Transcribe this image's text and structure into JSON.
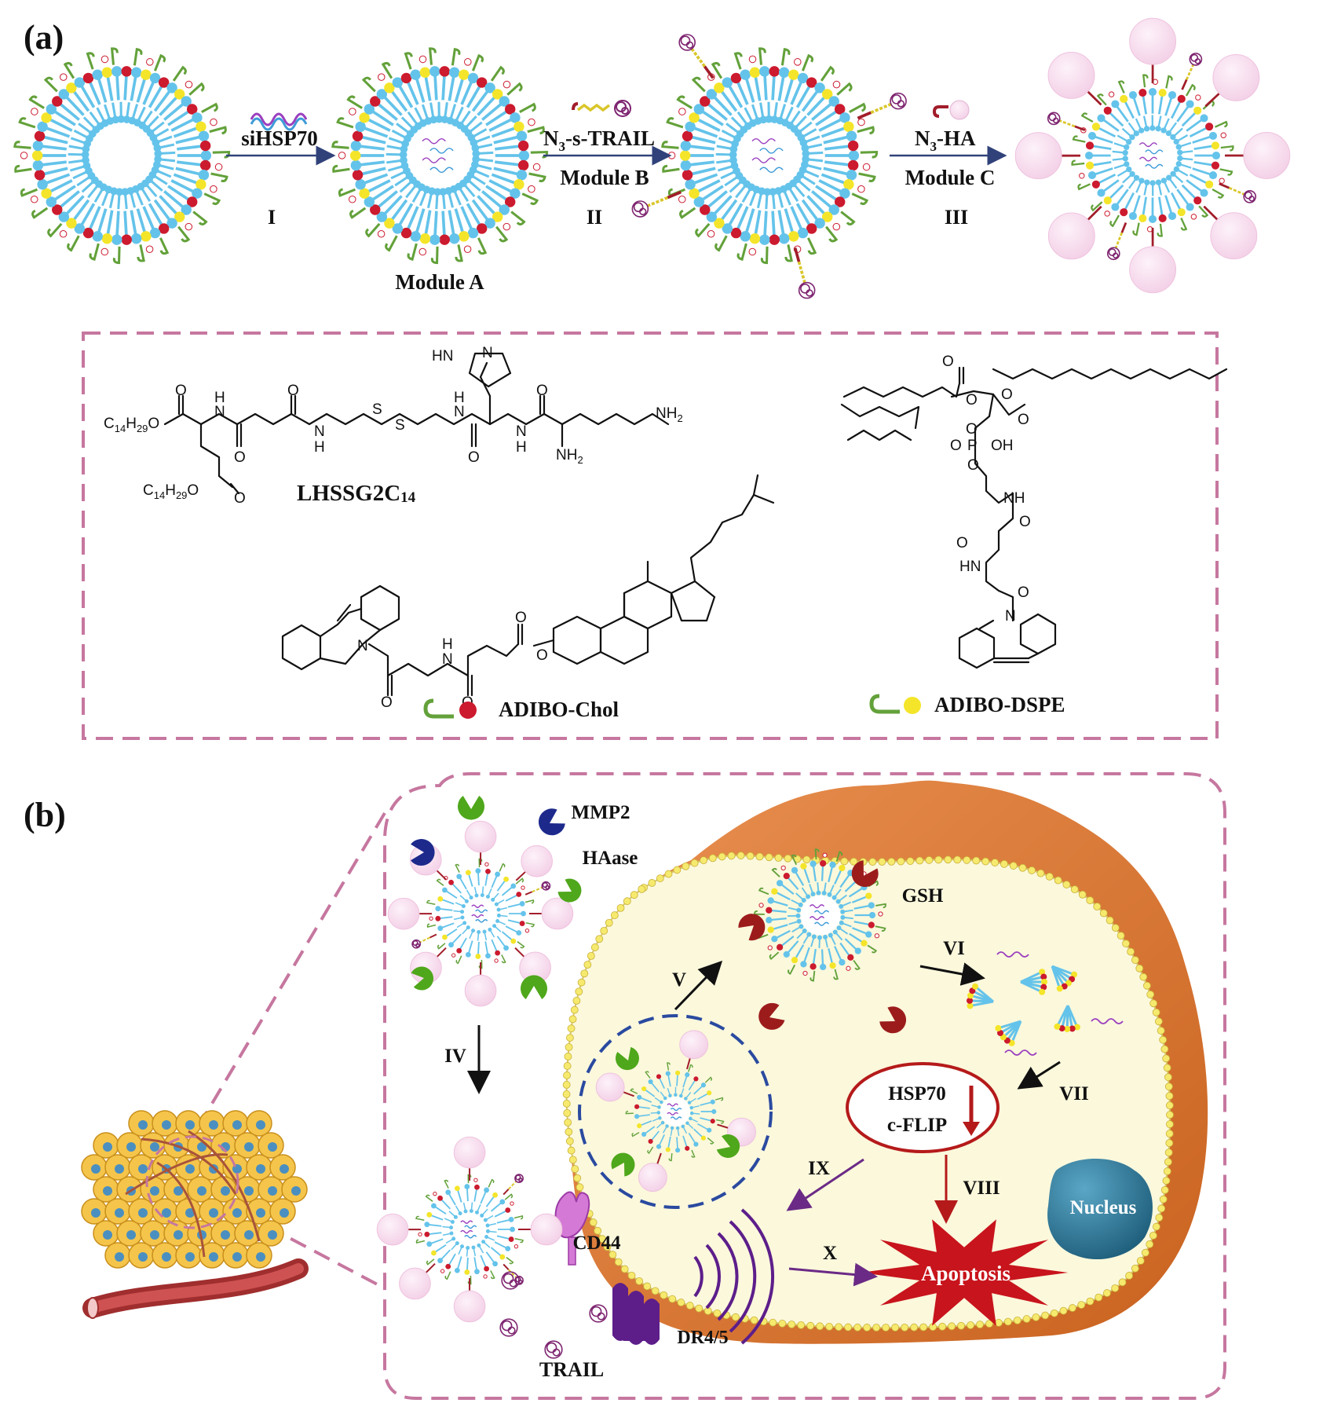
{
  "panel_labels": {
    "a": "(a)",
    "b": "(b)"
  },
  "panel_a": {
    "steps": [
      {
        "reagent": "siHSP70",
        "step": "I",
        "module": ""
      },
      {
        "reagent": "N3-s-TRAIL",
        "reagent_main": "N",
        "reagent_sub": "3",
        "reagent_rest": "-s-TRAIL",
        "step": "II",
        "module": "Module B"
      },
      {
        "reagent": "N3-HA",
        "reagent_main": "N",
        "reagent_sub": "3",
        "reagent_rest": "-HA",
        "step": "III",
        "module": "Module C"
      }
    ],
    "module_a_label": "Module A",
    "structures": {
      "lhssg": "LHSSG2C14",
      "lhssg_main": "LHSSG2C",
      "lhssg_sub": "14",
      "adibo_chol": "ADIBO-Chol",
      "adibo_dspe": "ADIBO-DSPE"
    },
    "atoms": {
      "c14": "C14H29O",
      "o": "O",
      "n": "N",
      "h": "H",
      "s": "S",
      "hn": "HN",
      "nh": "NH",
      "nh2": "NH2",
      "h2n": "NH2",
      "oh": "OH",
      "p": "P"
    }
  },
  "panel_b": {
    "enzymes": {
      "mmp2": "MMP2",
      "haase": "HAase",
      "gsh": "GSH"
    },
    "steps": {
      "iv": "IV",
      "v": "V",
      "vi": "VI",
      "vii": "VII",
      "viii": "VIII",
      "ix": "IX",
      "x": "X"
    },
    "targets": {
      "hsp70": "HSP70",
      "cflip": "c-FLIP"
    },
    "receptors": {
      "cd44": "CD44",
      "dr": "DR4/5",
      "trail": "TRAIL"
    },
    "nucleus": "Nucleus",
    "apoptosis": "Apoptosis"
  },
  "colors": {
    "lipid_blue": "#64c3ea",
    "cationic_red": "#cc1a2e",
    "dspe_yellow": "#f4e52a",
    "linker_green": "#63a13a",
    "ha_pink": "#f7dcef",
    "frame_pink": "#c6779f",
    "cell_cytoplasm": "#fbf8dc",
    "cell_membrane": "#d9762e",
    "apoptosis_red": "#c8141c",
    "nucleus_teal": "#2e7b9c",
    "arrow_navy": "#31427a",
    "arrow_purple": "#6b2a86",
    "enzyme_navy": "#1d2a8c",
    "enzyme_green": "#4fa71b",
    "gsh_red": "#9c1c1c",
    "receptor_purple": "#5d1e8a"
  }
}
